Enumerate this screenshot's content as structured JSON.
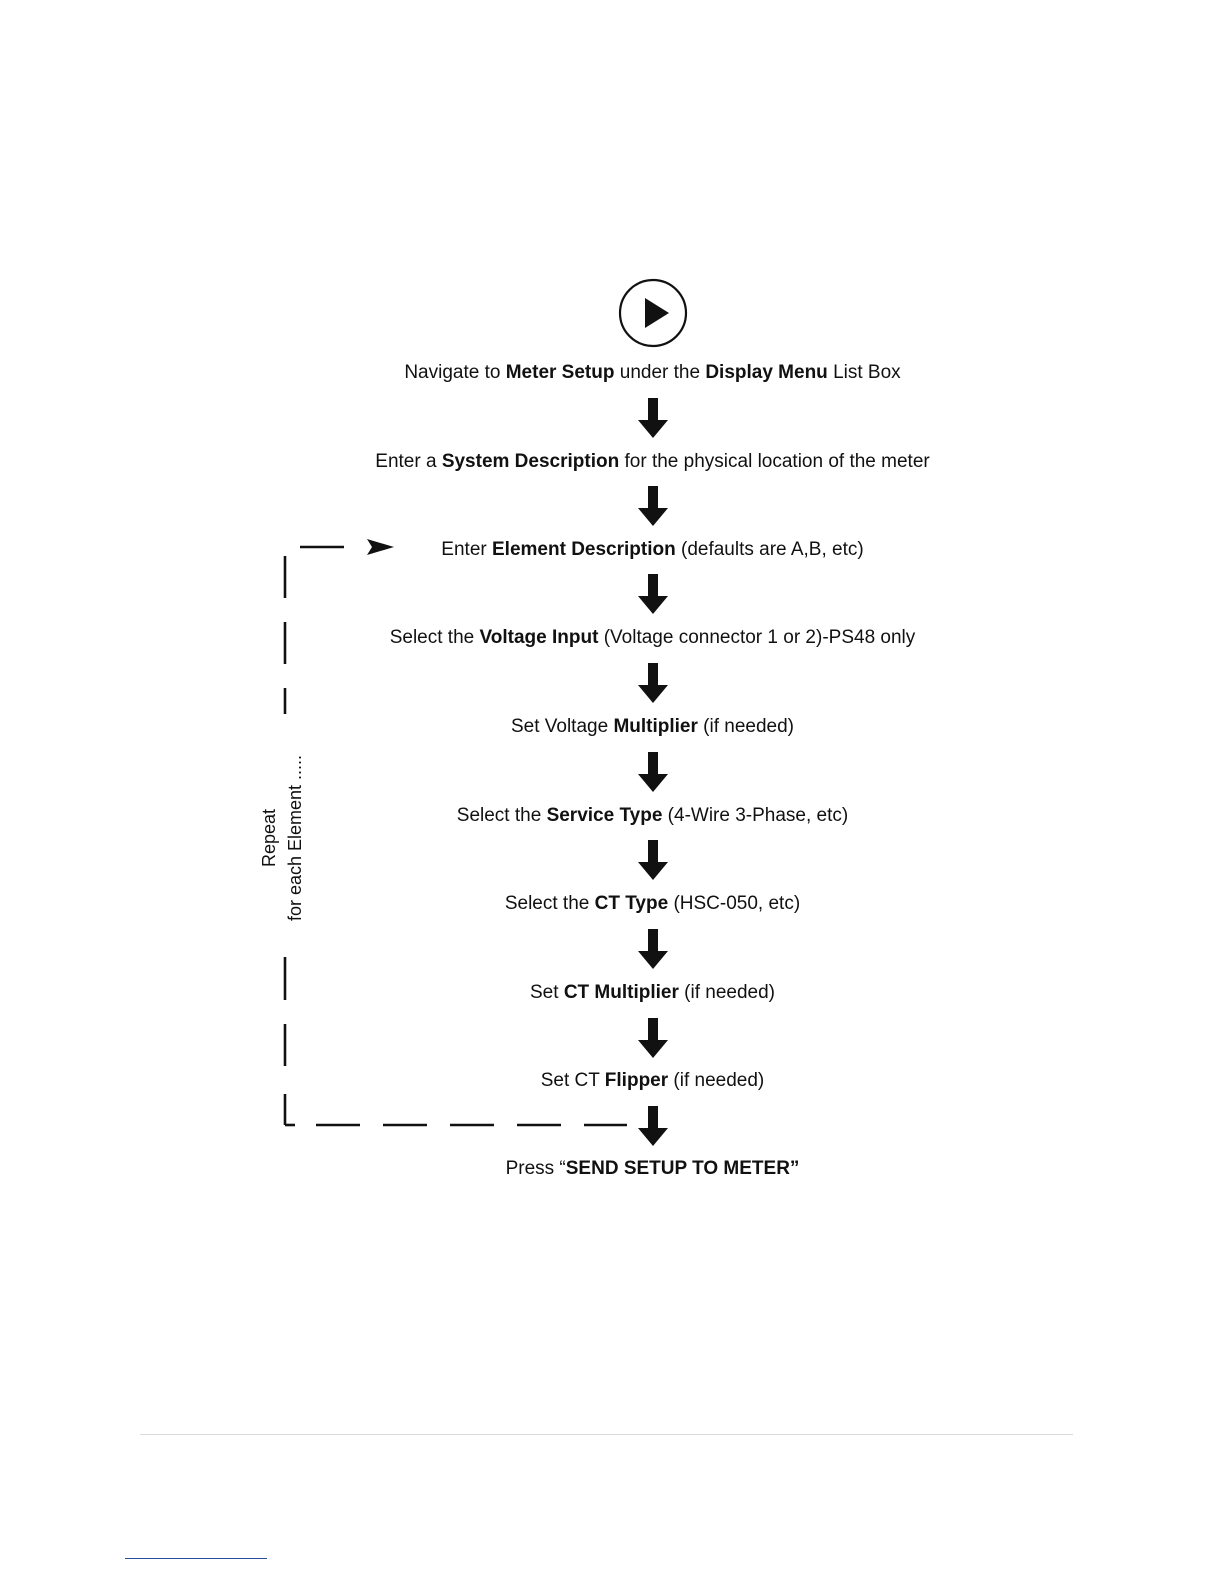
{
  "start": {
    "icon": "play-circle-icon"
  },
  "steps": [
    {
      "pre": "Navigate to ",
      "b1": "Meter Setup",
      "mid": " under the ",
      "b2": "Display Menu",
      "post": " List Box"
    },
    {
      "pre": "Enter a ",
      "b1": "System Description",
      "post": " for the physical location of the meter"
    },
    {
      "pre": "Enter ",
      "b1": "Element Description",
      "post": " (defaults are A,B, etc)"
    },
    {
      "pre": "Select the ",
      "b1": "Voltage Input",
      "post": " (Voltage connector 1 or 2)-PS48 only"
    },
    {
      "pre": "Set Voltage ",
      "b1": "Multiplier",
      "post": " (if needed)"
    },
    {
      "pre": "Select the ",
      "b1": "Service Type",
      "post": " (4-Wire 3-Phase, etc)"
    },
    {
      "pre": "Select the ",
      "b1": "CT Type",
      "post": " (HSC-050, etc)"
    },
    {
      "pre": "Set ",
      "b1": "CT Multiplier",
      "post": " (if needed)"
    },
    {
      "pre": "Set CT ",
      "b1": "Flipper",
      "post": " (if needed)"
    },
    {
      "pre": "Press “",
      "b1": "SEND SETUP TO METER”",
      "post": ""
    }
  ],
  "loop": {
    "line1": "Repeat",
    "line2": "for each Element ....."
  },
  "colors": {
    "ink": "#111111",
    "rule": "#d9d9d9",
    "footnote_rule": "#2a4a9a"
  }
}
